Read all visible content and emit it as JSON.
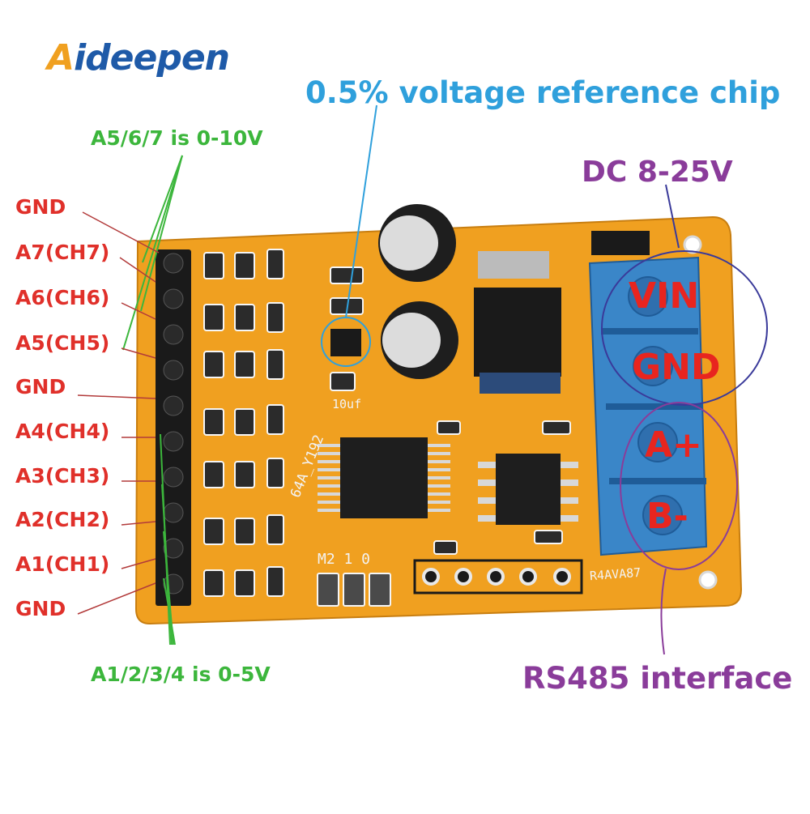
{
  "brand": {
    "logo_prefix": "A",
    "logo_rest": "ideepen",
    "colors": {
      "logo_blue": "#1e5aa8",
      "logo_orange": "#f0a020"
    }
  },
  "callouts": {
    "voltage_reference": "0.5% voltage reference chip",
    "range_high": "A5/6/7 is 0-10V",
    "range_low": "A1/2/3/4 is 0-5V",
    "power": "DC 8-25V",
    "rs485": "RS485 interface"
  },
  "pin_labels": [
    "GND",
    "A7(CH7)",
    "A6(CH6)",
    "A5(CH5)",
    "GND",
    "A4(CH4)",
    "A3(CH3)",
    "A2(CH2)",
    "A1(CH1)",
    "GND"
  ],
  "terminal_labels": {
    "vin": "VIN",
    "gnd": "GND",
    "a_plus": "A+",
    "b_minus": "B-"
  },
  "board_silkscreen": {
    "address": "M2 1 0",
    "part": "64A_Y192",
    "cap": "10uf",
    "bottom_right": "R4AVA87"
  },
  "colors": {
    "pcb": "#f0a020",
    "terminal": "#3a86c8",
    "label_red": "#e0302a",
    "label_green": "#3cb63c",
    "label_blue": "#2fa0dc",
    "label_purple": "#8a3c9a"
  }
}
